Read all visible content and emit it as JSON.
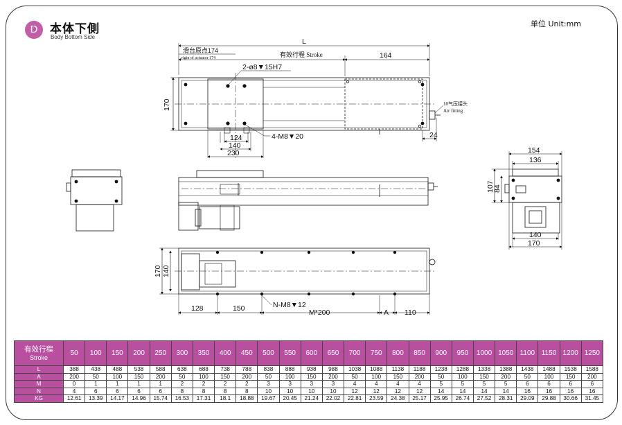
{
  "header": {
    "badge": "D",
    "title_cn": "本体下側",
    "title_en": "Body Bottom Side",
    "unit": "单位 Unit:mm"
  },
  "drawing": {
    "top_view": {
      "dim_L": "L",
      "origin_cn": "滑台原点174",
      "origin_en": "rigin of actuator 174",
      "stroke": "有效行程 Stroke",
      "dim_164": "164",
      "dim_170": "170",
      "hole_note": "2-ø8▼15H7",
      "thread_note": "4-M8▼20",
      "dim_124": "124",
      "dim_140": "140",
      "dim_230": "230",
      "dim_24": "24",
      "air_cn": "10气压接头",
      "air_en": "Air fitting"
    },
    "end_view": {
      "dim_154": "154",
      "dim_136": "136",
      "dim_107": "107",
      "dim_84": "84",
      "dim_140": "140",
      "dim_170": "170"
    },
    "bottom_view": {
      "dim_170": "170",
      "dim_140": "140",
      "dim_128": "128",
      "dim_150": "150",
      "hole_note": "N-M8▼12",
      "dim_m": "M*200",
      "dim_a": "A",
      "dim_110": "110"
    }
  },
  "spec_table": {
    "header_label": "有效行程",
    "header_sub": "Stroke",
    "strokes": [
      "50",
      "100",
      "150",
      "200",
      "250",
      "300",
      "350",
      "400",
      "450",
      "500",
      "550",
      "600",
      "650",
      "700",
      "750",
      "800",
      "850",
      "900",
      "950",
      "1000",
      "1050",
      "1100",
      "1150",
      "1200",
      "1250"
    ],
    "rows": [
      {
        "label": "L",
        "values": [
          "388",
          "438",
          "488",
          "538",
          "588",
          "638",
          "688",
          "738",
          "788",
          "838",
          "888",
          "938",
          "988",
          "1038",
          "1088",
          "1138",
          "1188",
          "1238",
          "1288",
          "1338",
          "1388",
          "1438",
          "1488",
          "1538",
          "1588"
        ]
      },
      {
        "label": "A",
        "values": [
          "200",
          "50",
          "100",
          "150",
          "200",
          "50",
          "100",
          "150",
          "200",
          "50",
          "100",
          "150",
          "200",
          "50",
          "100",
          "150",
          "200",
          "50",
          "100",
          "150",
          "200",
          "50",
          "100",
          "150",
          "200"
        ]
      },
      {
        "label": "M",
        "values": [
          "0",
          "1",
          "1",
          "1",
          "1",
          "2",
          "2",
          "2",
          "2",
          "3",
          "3",
          "3",
          "3",
          "4",
          "4",
          "4",
          "4",
          "5",
          "5",
          "5",
          "5",
          "6",
          "6",
          "6",
          "6"
        ]
      },
      {
        "label": "N",
        "values": [
          "4",
          "6",
          "6",
          "6",
          "6",
          "8",
          "8",
          "8",
          "8",
          "10",
          "10",
          "10",
          "10",
          "12",
          "12",
          "12",
          "12",
          "14",
          "14",
          "14",
          "14",
          "16",
          "16",
          "16",
          "16"
        ]
      },
      {
        "label": "KG",
        "values": [
          "12.61",
          "13.39",
          "14.17",
          "14.96",
          "15.74",
          "16.53",
          "17.31",
          "18.1",
          "18.88",
          "19.67",
          "20.45",
          "21.24",
          "22.02",
          "22.81",
          "23.59",
          "24.38",
          "25.17",
          "25.95",
          "26.74",
          "27.52",
          "28.31",
          "29.09",
          "29.88",
          "30.66",
          "31.45"
        ]
      }
    ]
  },
  "colors": {
    "accent": "#b84f9f"
  }
}
